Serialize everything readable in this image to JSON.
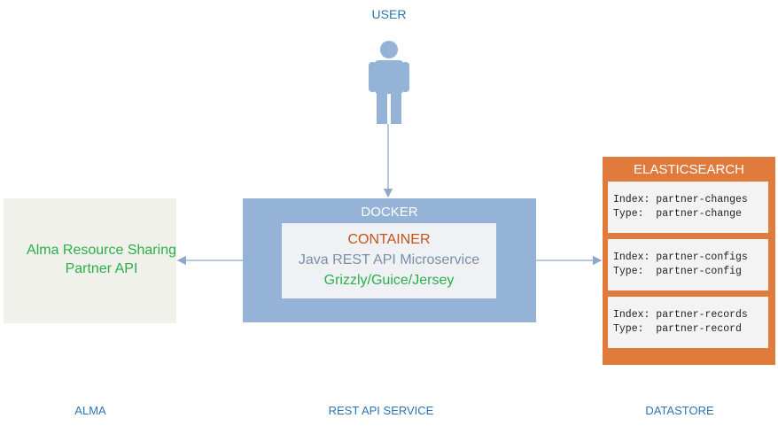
{
  "user": {
    "label": "USER"
  },
  "alma": {
    "line1": "Alma Resource Sharing",
    "line2": "Partner API",
    "footer": "ALMA"
  },
  "docker": {
    "label": "DOCKER",
    "container": {
      "label": "CONTAINER",
      "description": "Java REST API Microservice",
      "tech": "Grizzly/Guice/Jersey"
    },
    "footer": "REST API SERVICE"
  },
  "elasticsearch": {
    "label": "ELASTICSEARCH",
    "indices": [
      {
        "index": "Index: partner-changes",
        "type": "Type:  partner-change"
      },
      {
        "index": "Index: partner-configs",
        "type": "Type:  partner-config"
      },
      {
        "index": "Index: partner-records",
        "type": "Type:  partner-record"
      }
    ],
    "footer": "DATASTORE"
  },
  "colors": {
    "label_blue": "#2e74b5",
    "green": "#2aaf4a",
    "docker": "#95b3d7",
    "container_title": "#c0551d",
    "elasticsearch": "#e07b3c",
    "arrow": "#8ea9c8"
  },
  "icons": {
    "user": "person-icon"
  }
}
